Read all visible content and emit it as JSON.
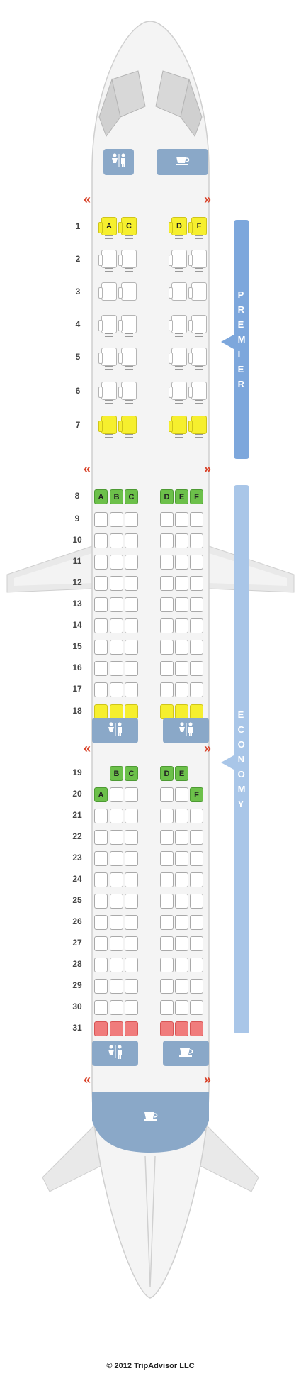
{
  "colors": {
    "premier_bar": "#7da7dc",
    "economy_bar": "#a9c6e8",
    "facility": "#8aa8c8",
    "exit": "#d9442b",
    "seat_green": "#6cc04a",
    "seat_yellow": "#f6ef2e",
    "seat_red": "#f07c7c"
  },
  "cabins": {
    "premier": {
      "label": "PREMIER"
    },
    "economy": {
      "label": "ECONOMY"
    }
  },
  "footer": {
    "text": "© 2012 TripAdvisor LLC"
  },
  "premier_rows": [
    {
      "row": "1",
      "seats": [
        {
          "letter": "A",
          "status": "yellow"
        },
        {
          "letter": "C",
          "status": "yellow"
        },
        {
          "letter": "D",
          "status": "yellow"
        },
        {
          "letter": "F",
          "status": "yellow"
        }
      ]
    },
    {
      "row": "2",
      "seats": [
        {
          "letter": "",
          "status": "std"
        },
        {
          "letter": "",
          "status": "std"
        },
        {
          "letter": "",
          "status": "std"
        },
        {
          "letter": "",
          "status": "std"
        }
      ]
    },
    {
      "row": "3",
      "seats": [
        {
          "letter": "",
          "status": "std"
        },
        {
          "letter": "",
          "status": "std"
        },
        {
          "letter": "",
          "status": "std"
        },
        {
          "letter": "",
          "status": "std"
        }
      ]
    },
    {
      "row": "4",
      "seats": [
        {
          "letter": "",
          "status": "std"
        },
        {
          "letter": "",
          "status": "std"
        },
        {
          "letter": "",
          "status": "std"
        },
        {
          "letter": "",
          "status": "std"
        }
      ]
    },
    {
      "row": "5",
      "seats": [
        {
          "letter": "",
          "status": "std"
        },
        {
          "letter": "",
          "status": "std"
        },
        {
          "letter": "",
          "status": "std"
        },
        {
          "letter": "",
          "status": "std"
        }
      ]
    },
    {
      "row": "6",
      "seats": [
        {
          "letter": "",
          "status": "std"
        },
        {
          "letter": "",
          "status": "std"
        },
        {
          "letter": "",
          "status": "std"
        },
        {
          "letter": "",
          "status": "std"
        }
      ]
    },
    {
      "row": "7",
      "seats": [
        {
          "letter": "",
          "status": "yellow"
        },
        {
          "letter": "",
          "status": "yellow"
        },
        {
          "letter": "",
          "status": "yellow"
        },
        {
          "letter": "",
          "status": "yellow"
        }
      ]
    }
  ],
  "economy_rows": [
    {
      "row": "8",
      "seats": [
        {
          "letter": "A",
          "status": "green"
        },
        {
          "letter": "B",
          "status": "green"
        },
        {
          "letter": "C",
          "status": "green"
        },
        {
          "letter": "D",
          "status": "green"
        },
        {
          "letter": "E",
          "status": "green"
        },
        {
          "letter": "F",
          "status": "green"
        }
      ]
    },
    {
      "row": "9",
      "seats": [
        {
          "letter": "",
          "status": "std"
        },
        {
          "letter": "",
          "status": "std"
        },
        {
          "letter": "",
          "status": "std"
        },
        {
          "letter": "",
          "status": "std"
        },
        {
          "letter": "",
          "status": "std"
        },
        {
          "letter": "",
          "status": "std"
        }
      ]
    },
    {
      "row": "10",
      "seats": [
        {
          "letter": "",
          "status": "std"
        },
        {
          "letter": "",
          "status": "std"
        },
        {
          "letter": "",
          "status": "std"
        },
        {
          "letter": "",
          "status": "std"
        },
        {
          "letter": "",
          "status": "std"
        },
        {
          "letter": "",
          "status": "std"
        }
      ]
    },
    {
      "row": "11",
      "seats": [
        {
          "letter": "",
          "status": "std"
        },
        {
          "letter": "",
          "status": "std"
        },
        {
          "letter": "",
          "status": "std"
        },
        {
          "letter": "",
          "status": "std"
        },
        {
          "letter": "",
          "status": "std"
        },
        {
          "letter": "",
          "status": "std"
        }
      ]
    },
    {
      "row": "12",
      "seats": [
        {
          "letter": "",
          "status": "std"
        },
        {
          "letter": "",
          "status": "std"
        },
        {
          "letter": "",
          "status": "std"
        },
        {
          "letter": "",
          "status": "std"
        },
        {
          "letter": "",
          "status": "std"
        },
        {
          "letter": "",
          "status": "std"
        }
      ]
    },
    {
      "row": "13",
      "seats": [
        {
          "letter": "",
          "status": "std"
        },
        {
          "letter": "",
          "status": "std"
        },
        {
          "letter": "",
          "status": "std"
        },
        {
          "letter": "",
          "status": "std"
        },
        {
          "letter": "",
          "status": "std"
        },
        {
          "letter": "",
          "status": "std"
        }
      ]
    },
    {
      "row": "14",
      "seats": [
        {
          "letter": "",
          "status": "std"
        },
        {
          "letter": "",
          "status": "std"
        },
        {
          "letter": "",
          "status": "std"
        },
        {
          "letter": "",
          "status": "std"
        },
        {
          "letter": "",
          "status": "std"
        },
        {
          "letter": "",
          "status": "std"
        }
      ]
    },
    {
      "row": "15",
      "seats": [
        {
          "letter": "",
          "status": "std"
        },
        {
          "letter": "",
          "status": "std"
        },
        {
          "letter": "",
          "status": "std"
        },
        {
          "letter": "",
          "status": "std"
        },
        {
          "letter": "",
          "status": "std"
        },
        {
          "letter": "",
          "status": "std"
        }
      ]
    },
    {
      "row": "16",
      "seats": [
        {
          "letter": "",
          "status": "std"
        },
        {
          "letter": "",
          "status": "std"
        },
        {
          "letter": "",
          "status": "std"
        },
        {
          "letter": "",
          "status": "std"
        },
        {
          "letter": "",
          "status": "std"
        },
        {
          "letter": "",
          "status": "std"
        }
      ]
    },
    {
      "row": "17",
      "seats": [
        {
          "letter": "",
          "status": "std"
        },
        {
          "letter": "",
          "status": "std"
        },
        {
          "letter": "",
          "status": "std"
        },
        {
          "letter": "",
          "status": "std"
        },
        {
          "letter": "",
          "status": "std"
        },
        {
          "letter": "",
          "status": "std"
        }
      ]
    },
    {
      "row": "18",
      "seats": [
        {
          "letter": "",
          "status": "yellow"
        },
        {
          "letter": "",
          "status": "yellow"
        },
        {
          "letter": "",
          "status": "yellow"
        },
        {
          "letter": "",
          "status": "yellow"
        },
        {
          "letter": "",
          "status": "yellow"
        },
        {
          "letter": "",
          "status": "yellow"
        }
      ]
    },
    {
      "row": "19",
      "seats": [
        null,
        {
          "letter": "B",
          "status": "green"
        },
        {
          "letter": "C",
          "status": "green"
        },
        {
          "letter": "D",
          "status": "green"
        },
        {
          "letter": "E",
          "status": "green"
        },
        null
      ]
    },
    {
      "row": "20",
      "seats": [
        {
          "letter": "A",
          "status": "green"
        },
        {
          "letter": "",
          "status": "std"
        },
        {
          "letter": "",
          "status": "std"
        },
        {
          "letter": "",
          "status": "std"
        },
        {
          "letter": "",
          "status": "std"
        },
        {
          "letter": "F",
          "status": "green"
        }
      ]
    },
    {
      "row": "21",
      "seats": [
        {
          "letter": "",
          "status": "std"
        },
        {
          "letter": "",
          "status": "std"
        },
        {
          "letter": "",
          "status": "std"
        },
        {
          "letter": "",
          "status": "std"
        },
        {
          "letter": "",
          "status": "std"
        },
        {
          "letter": "",
          "status": "std"
        }
      ]
    },
    {
      "row": "22",
      "seats": [
        {
          "letter": "",
          "status": "std"
        },
        {
          "letter": "",
          "status": "std"
        },
        {
          "letter": "",
          "status": "std"
        },
        {
          "letter": "",
          "status": "std"
        },
        {
          "letter": "",
          "status": "std"
        },
        {
          "letter": "",
          "status": "std"
        }
      ]
    },
    {
      "row": "23",
      "seats": [
        {
          "letter": "",
          "status": "std"
        },
        {
          "letter": "",
          "status": "std"
        },
        {
          "letter": "",
          "status": "std"
        },
        {
          "letter": "",
          "status": "std"
        },
        {
          "letter": "",
          "status": "std"
        },
        {
          "letter": "",
          "status": "std"
        }
      ]
    },
    {
      "row": "24",
      "seats": [
        {
          "letter": "",
          "status": "std"
        },
        {
          "letter": "",
          "status": "std"
        },
        {
          "letter": "",
          "status": "std"
        },
        {
          "letter": "",
          "status": "std"
        },
        {
          "letter": "",
          "status": "std"
        },
        {
          "letter": "",
          "status": "std"
        }
      ]
    },
    {
      "row": "25",
      "seats": [
        {
          "letter": "",
          "status": "std"
        },
        {
          "letter": "",
          "status": "std"
        },
        {
          "letter": "",
          "status": "std"
        },
        {
          "letter": "",
          "status": "std"
        },
        {
          "letter": "",
          "status": "std"
        },
        {
          "letter": "",
          "status": "std"
        }
      ]
    },
    {
      "row": "26",
      "seats": [
        {
          "letter": "",
          "status": "std"
        },
        {
          "letter": "",
          "status": "std"
        },
        {
          "letter": "",
          "status": "std"
        },
        {
          "letter": "",
          "status": "std"
        },
        {
          "letter": "",
          "status": "std"
        },
        {
          "letter": "",
          "status": "std"
        }
      ]
    },
    {
      "row": "27",
      "seats": [
        {
          "letter": "",
          "status": "std"
        },
        {
          "letter": "",
          "status": "std"
        },
        {
          "letter": "",
          "status": "std"
        },
        {
          "letter": "",
          "status": "std"
        },
        {
          "letter": "",
          "status": "std"
        },
        {
          "letter": "",
          "status": "std"
        }
      ]
    },
    {
      "row": "28",
      "seats": [
        {
          "letter": "",
          "status": "std"
        },
        {
          "letter": "",
          "status": "std"
        },
        {
          "letter": "",
          "status": "std"
        },
        {
          "letter": "",
          "status": "std"
        },
        {
          "letter": "",
          "status": "std"
        },
        {
          "letter": "",
          "status": "std"
        }
      ]
    },
    {
      "row": "29",
      "seats": [
        {
          "letter": "",
          "status": "std"
        },
        {
          "letter": "",
          "status": "std"
        },
        {
          "letter": "",
          "status": "std"
        },
        {
          "letter": "",
          "status": "std"
        },
        {
          "letter": "",
          "status": "std"
        },
        {
          "letter": "",
          "status": "std"
        }
      ]
    },
    {
      "row": "30",
      "seats": [
        {
          "letter": "",
          "status": "std"
        },
        {
          "letter": "",
          "status": "std"
        },
        {
          "letter": "",
          "status": "std"
        },
        {
          "letter": "",
          "status": "std"
        },
        {
          "letter": "",
          "status": "std"
        },
        {
          "letter": "",
          "status": "std"
        }
      ]
    },
    {
      "row": "31",
      "seats": [
        {
          "letter": "",
          "status": "red"
        },
        {
          "letter": "",
          "status": "red"
        },
        {
          "letter": "",
          "status": "red"
        },
        {
          "letter": "",
          "status": "red"
        },
        {
          "letter": "",
          "status": "red"
        },
        {
          "letter": "",
          "status": "red"
        }
      ]
    }
  ],
  "facilities": [
    {
      "type": "lavatory-icon"
    },
    {
      "type": "galley-icon"
    },
    {
      "type": "lavatory-icon"
    },
    {
      "type": "lavatory-icon"
    },
    {
      "type": "lavatory-icon"
    },
    {
      "type": "galley-icon"
    },
    {
      "type": "galley-icon"
    }
  ],
  "exits": [
    {
      "label": "exit-row-front",
      "glyph": "«»"
    },
    {
      "label": "exit-row-7",
      "glyph": "«»"
    },
    {
      "label": "exit-row-19",
      "glyph": "«»"
    },
    {
      "label": "exit-rear",
      "glyph": "«»"
    }
  ]
}
